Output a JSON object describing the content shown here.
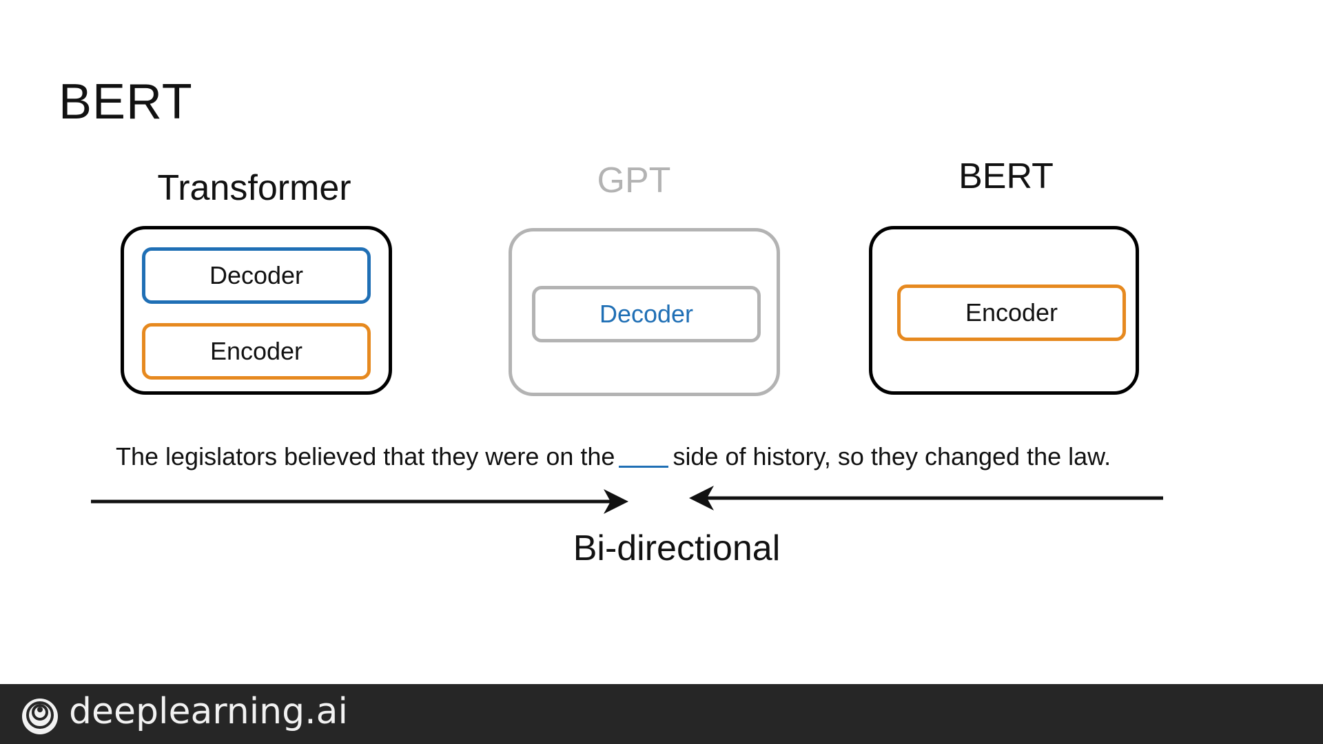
{
  "slide": {
    "title": "BERT"
  },
  "columns": [
    {
      "title": "Transformer",
      "blocks": [
        "Decoder",
        "Encoder"
      ]
    },
    {
      "title": "GPT",
      "blocks": [
        "Decoder"
      ]
    },
    {
      "title": "BERT",
      "blocks": [
        "Encoder"
      ]
    }
  ],
  "sentence": {
    "before": "The legislators believed that they were on the",
    "after": "side of history, so they changed the law."
  },
  "caption": "Bi-directional",
  "footer": {
    "brand": "deeplearning.ai"
  },
  "colors": {
    "decoder": "#1f6fb5",
    "encoder": "#e6891f",
    "dimmed": "#b3b3b3",
    "footer_bg": "#262626"
  },
  "icons": {
    "footer_logo": "deeplearning-ai-logo-icon"
  }
}
